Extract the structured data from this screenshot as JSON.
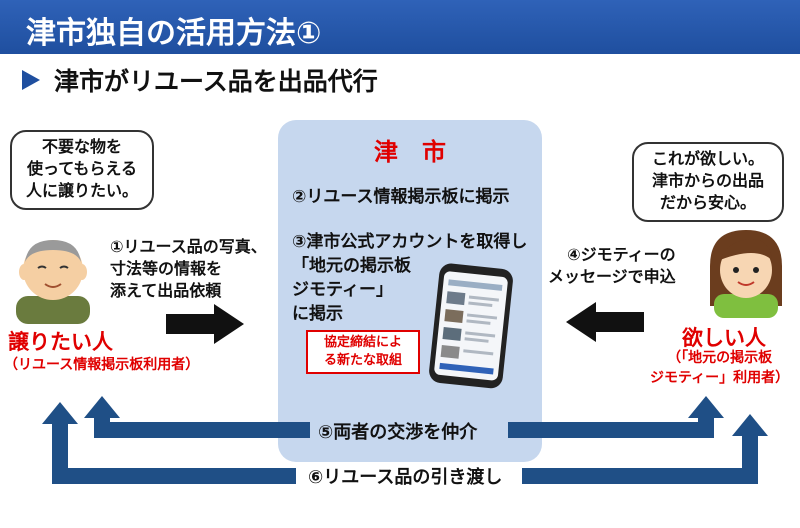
{
  "header": {
    "title": "津市独自の活用方法①"
  },
  "subtitle": {
    "text": "津市がリユース品を出品代行"
  },
  "left_person": {
    "bubble": "不要な物を\n使ってもらえる\n人に譲りたい。",
    "role": "譲りたい人",
    "role_sub": "（リユース情報掲示板利用者）"
  },
  "right_person": {
    "bubble": "これが欲しい。\n津市からの出品\nだから安心。",
    "role": "欲しい人",
    "role_sub": "（「地元の掲示板\nジモティー」利用者）"
  },
  "center": {
    "title": "津　市",
    "step2": "②リユース情報掲示板に掲示",
    "step3": "③津市公式アカウントを取得し\n「地元の掲示板\n  ジモティー」\n  に掲示",
    "badge": "協定締結によ\nる新たな取組"
  },
  "steps": {
    "step1": "①リユース品の写真、\n寸法等の情報を\n添えて出品依頼",
    "step4": "④ジモティーの\nメッセージで申込",
    "step5": "⑤両者の交渉を仲介",
    "step6": "⑥リユース品の引き渡し"
  },
  "colors": {
    "header_blue": "#1f4f9f",
    "red_label": "#e00000",
    "center_box": "#c6d7ee",
    "flow_blue": "#1f4f86"
  }
}
